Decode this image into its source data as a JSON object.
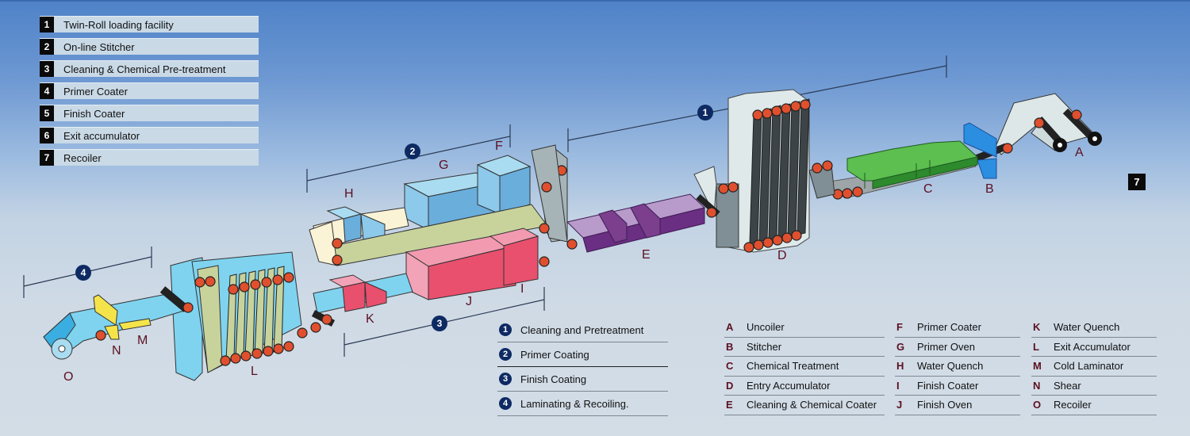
{
  "numbered_legend": [
    {
      "num": "1",
      "label": "Twin-Roll loading facility"
    },
    {
      "num": "2",
      "label": "On-line Stitcher"
    },
    {
      "num": "3",
      "label": "Cleaning & Chemical Pre-treatment"
    },
    {
      "num": "4",
      "label": "Primer Coater"
    },
    {
      "num": "5",
      "label": "Finish Coater"
    },
    {
      "num": "6",
      "label": "Exit accumulator"
    },
    {
      "num": "7",
      "label": "Recoiler"
    }
  ],
  "corner_badge": "7",
  "process_legend": [
    {
      "num": "1",
      "label": "Cleaning and Pretreatment"
    },
    {
      "num": "2",
      "label": "Primer Coating"
    },
    {
      "num": "3",
      "label": "Finish Coating"
    },
    {
      "num": "4",
      "label": "Laminating & Recoiling."
    }
  ],
  "letter_legend": [
    [
      {
        "key": "A",
        "label": "Uncoiler"
      },
      {
        "key": "B",
        "label": "Stitcher"
      },
      {
        "key": "C",
        "label": "Chemical Treatment"
      },
      {
        "key": "D",
        "label": "Entry Accumulator"
      },
      {
        "key": "E",
        "label": "Cleaning & Chemical Coater"
      }
    ],
    [
      {
        "key": "F",
        "label": "Primer Coater"
      },
      {
        "key": "G",
        "label": "Primer Oven"
      },
      {
        "key": "H",
        "label": "Water Quench"
      },
      {
        "key": "I",
        "label": "Finish Coater"
      },
      {
        "key": "J",
        "label": "Finish Oven"
      }
    ],
    [
      {
        "key": "K",
        "label": "Water Quench"
      },
      {
        "key": "L",
        "label": "Exit Accumulator"
      },
      {
        "key": "M",
        "label": "Cold Laminator"
      },
      {
        "key": "N",
        "label": "Shear"
      },
      {
        "key": "O",
        "label": "Recoiler"
      }
    ]
  ],
  "section_badges": [
    "1",
    "2",
    "3",
    "4"
  ],
  "equipment_labels": [
    "A",
    "B",
    "C",
    "D",
    "E",
    "F",
    "G",
    "H",
    "I",
    "J",
    "K",
    "L",
    "M",
    "N",
    "O"
  ],
  "colors": {
    "badge_navy": "#0e2a63",
    "letter_maroon": "#5c1020",
    "roller_red": "#e0502e",
    "strip_blue": "#7fd3ef",
    "oven_blue": "#7fb8e0",
    "finish_pink": "#e8506e",
    "cleaner_purple": "#7b3f8e",
    "chem_green": "#3aa33a"
  }
}
